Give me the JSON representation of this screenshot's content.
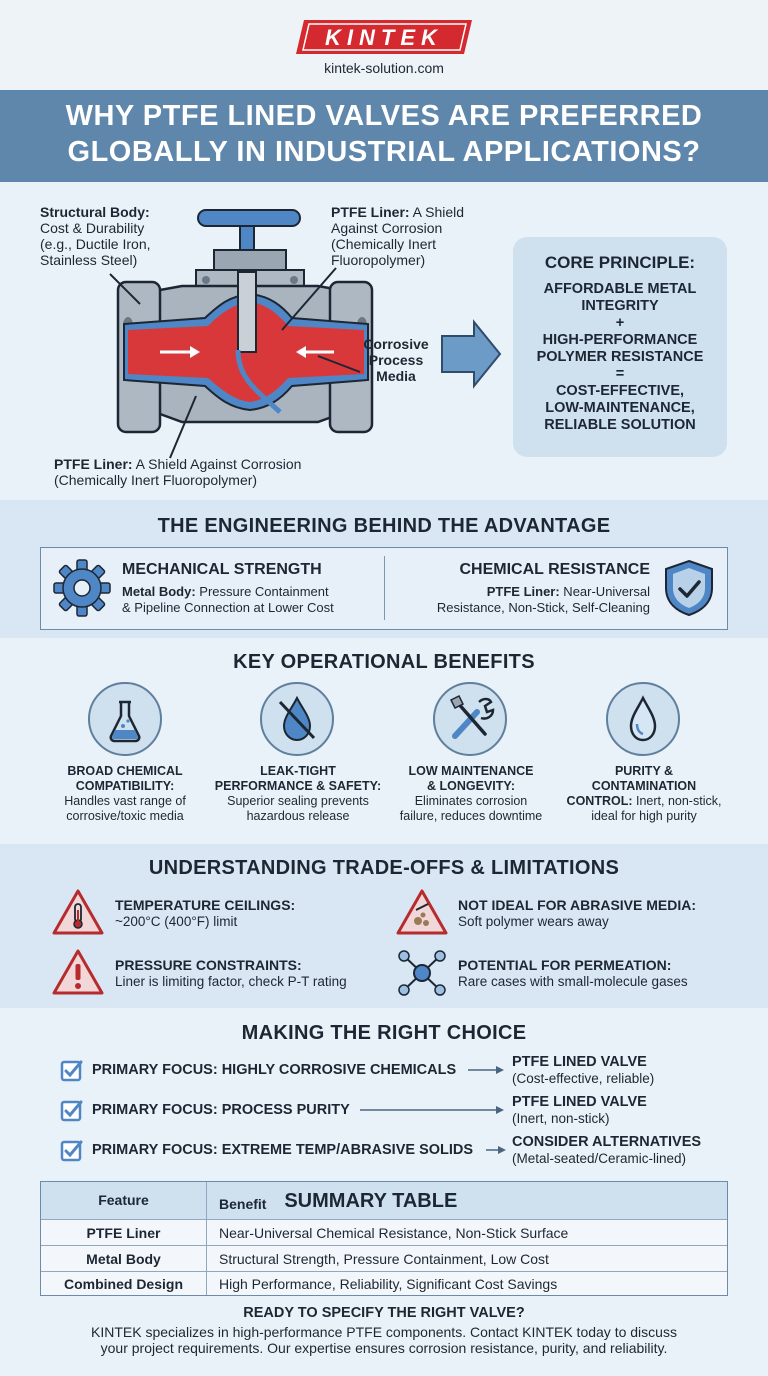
{
  "header": {
    "logo_text": "KINTEK",
    "url": "kintek-solution.com",
    "title_line1": "WHY PTFE LINED VALVES ARE PREFERRED",
    "title_line2": "GLOBALLY IN INDUSTRIAL APPLICATIONS?"
  },
  "diagram": {
    "structural_title": "Structural Body:",
    "structural_l1": "Cost & Durability",
    "structural_l2": "(e.g., Ductile Iron,",
    "structural_l3": "Stainless Steel)",
    "liner_top_title": "PTFE Liner:",
    "liner_top_l1": " A Shield",
    "liner_top_l2": "Against Corrosion",
    "liner_top_l3": "(Chemically Inert",
    "liner_top_l4": "Fluoropolymer)",
    "media_l1": "Corrosive",
    "media_l2": "Process",
    "media_l3": "Media",
    "liner_bottom_title": "PTFE Liner:",
    "liner_bottom_l1": " A Shield Against Corrosion",
    "liner_bottom_l2": "(Chemically Inert Fluoropolymer)"
  },
  "core": {
    "title": "CORE PRINCIPLE:",
    "l1": "AFFORDABLE METAL",
    "l2": "INTEGRITY",
    "plus": "+",
    "l3": "HIGH-PERFORMANCE",
    "l4": "POLYMER RESISTANCE",
    "eq": "=",
    "l5": "COST-EFFECTIVE,",
    "l6": "LOW-MAINTENANCE,",
    "l7": "RELIABLE SOLUTION"
  },
  "engineering": {
    "title": "THE ENGINEERING BEHIND THE ADVANTAGE",
    "mech_title": "MECHANICAL STRENGTH",
    "mech_bold": "Metal Body:",
    "mech_l1": " Pressure Containment",
    "mech_l2": "& Pipeline Connection at Lower Cost",
    "chem_title": "CHEMICAL RESISTANCE",
    "chem_bold": "PTFE Liner:",
    "chem_l1": " Near-Universal",
    "chem_l2": "Resistance, Non-Stick, Self-Cleaning"
  },
  "benefits": {
    "title": "KEY OPERATIONAL BENEFITS",
    "items": [
      {
        "t1": "BROAD CHEMICAL",
        "t2": "COMPATIBILITY:",
        "d1": "Handles vast range of",
        "d2": "corrosive/toxic media",
        "icon": "flask-icon"
      },
      {
        "t1": "LEAK-TIGHT",
        "t2": "PERFORMANCE & SAFETY:",
        "d1": "Superior sealing prevents",
        "d2": "hazardous release",
        "icon": "no-drop-icon"
      },
      {
        "t1": "LOW MAINTENANCE",
        "t2": "& LONGEVITY:",
        "d1": "Eliminates corrosion",
        "d2": "failure, reduces downtime",
        "icon": "tools-icon"
      },
      {
        "t1": "PURITY &",
        "t2": "CONTAMINATION",
        "t2b": "CONTROL:",
        "d1": " Inert, non-stick,",
        "d2": "ideal for high purity",
        "icon": "drop-icon"
      }
    ]
  },
  "tradeoffs": {
    "title": "UNDERSTANDING TRADE-OFFS & LIMITATIONS",
    "items": [
      {
        "title": "TEMPERATURE CEILINGS:",
        "desc": "~200°C (400°F) limit"
      },
      {
        "title": "NOT IDEAL FOR ABRASIVE MEDIA:",
        "desc": "Soft polymer wears away"
      },
      {
        "title": "PRESSURE CONSTRAINTS:",
        "desc": "Liner is limiting factor, check P-T rating"
      },
      {
        "title": "POTENTIAL FOR PERMEATION:",
        "desc": "Rare cases with small-molecule gases"
      }
    ]
  },
  "choice": {
    "title": "MAKING THE RIGHT CHOICE",
    "rows": [
      {
        "focus": "PRIMARY FOCUS: HIGHLY CORROSIVE CHEMICALS",
        "result": "PTFE LINED VALVE",
        "sub": "(Cost-effective, reliable)"
      },
      {
        "focus": "PRIMARY FOCUS: PROCESS PURITY",
        "result": "PTFE LINED VALVE",
        "sub": "(Inert, non-stick)"
      },
      {
        "focus": "PRIMARY FOCUS: EXTREME TEMP/ABRASIVE SOLIDS",
        "result": "CONSIDER ALTERNATIVES",
        "sub": "(Metal-seated/Ceramic-lined)"
      }
    ]
  },
  "table": {
    "col_feature": "Feature",
    "col_benefit": "Benefit",
    "caption": "SUMMARY TABLE",
    "rows": [
      {
        "feature": "PTFE Liner",
        "benefit": "Near-Universal Chemical Resistance, Non-Stick Surface"
      },
      {
        "feature": "Metal Body",
        "benefit": "Structural Strength, Pressure Containment, Low Cost"
      },
      {
        "feature": "Combined Design",
        "benefit": "High Performance, Reliability, Significant Cost Savings"
      }
    ]
  },
  "footer": {
    "question": "READY TO SPECIFY THE RIGHT VALVE?",
    "l1": "KINTEK specializes in high-performance PTFE components. Contact KINTEK today to discuss",
    "l2": "your project requirements. Our expertise ensures corrosion resistance, purity, and reliability."
  },
  "colors": {
    "brand_red": "#d42a2f",
    "title_band": "#5f86ab",
    "liner_blue": "#4f86c6",
    "media_red": "#d8383a"
  }
}
